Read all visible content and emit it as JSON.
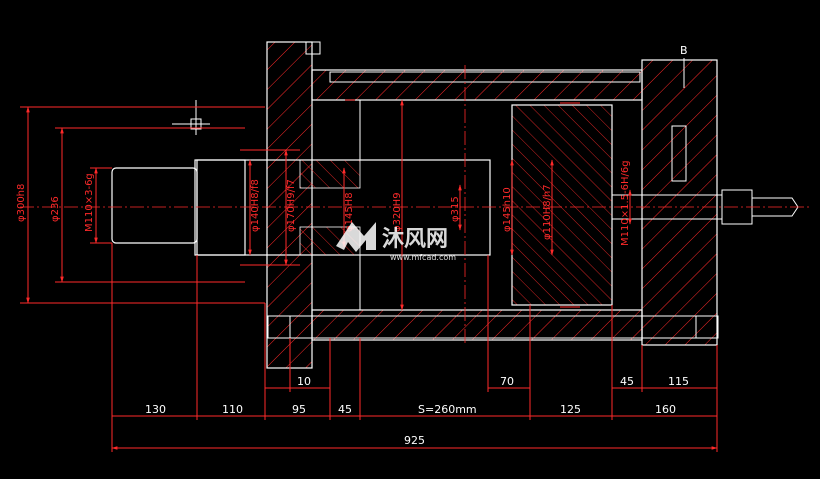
{
  "drawing": {
    "label_B": "B",
    "dims_bottom_row1": [
      "10",
      "70",
      "45",
      "115"
    ],
    "dims_bottom_row2": [
      "130",
      "110",
      "95",
      "45",
      "S=260mm",
      "125",
      "160"
    ],
    "dim_total": "925",
    "dims_left": [
      "φ300h8",
      "φ236",
      "M110×3-6g"
    ],
    "dims_inner": [
      "φ140H8/f8",
      "φ170H9/f7",
      "φ145H8",
      "φ320H9",
      "φ315",
      "φ145h10",
      "φ110H8/h7",
      "M110×1.5-6H/6g"
    ],
    "watermark_brand": "沐风网",
    "watermark_url": "www.mfcad.com"
  },
  "colors": {
    "background": "#000000",
    "outline": "#ffffff",
    "dimension": "#ff2a2a",
    "hatch": "#ff2a2a",
    "centerline": "#ff2a2a",
    "watermark": "#ffffff"
  }
}
